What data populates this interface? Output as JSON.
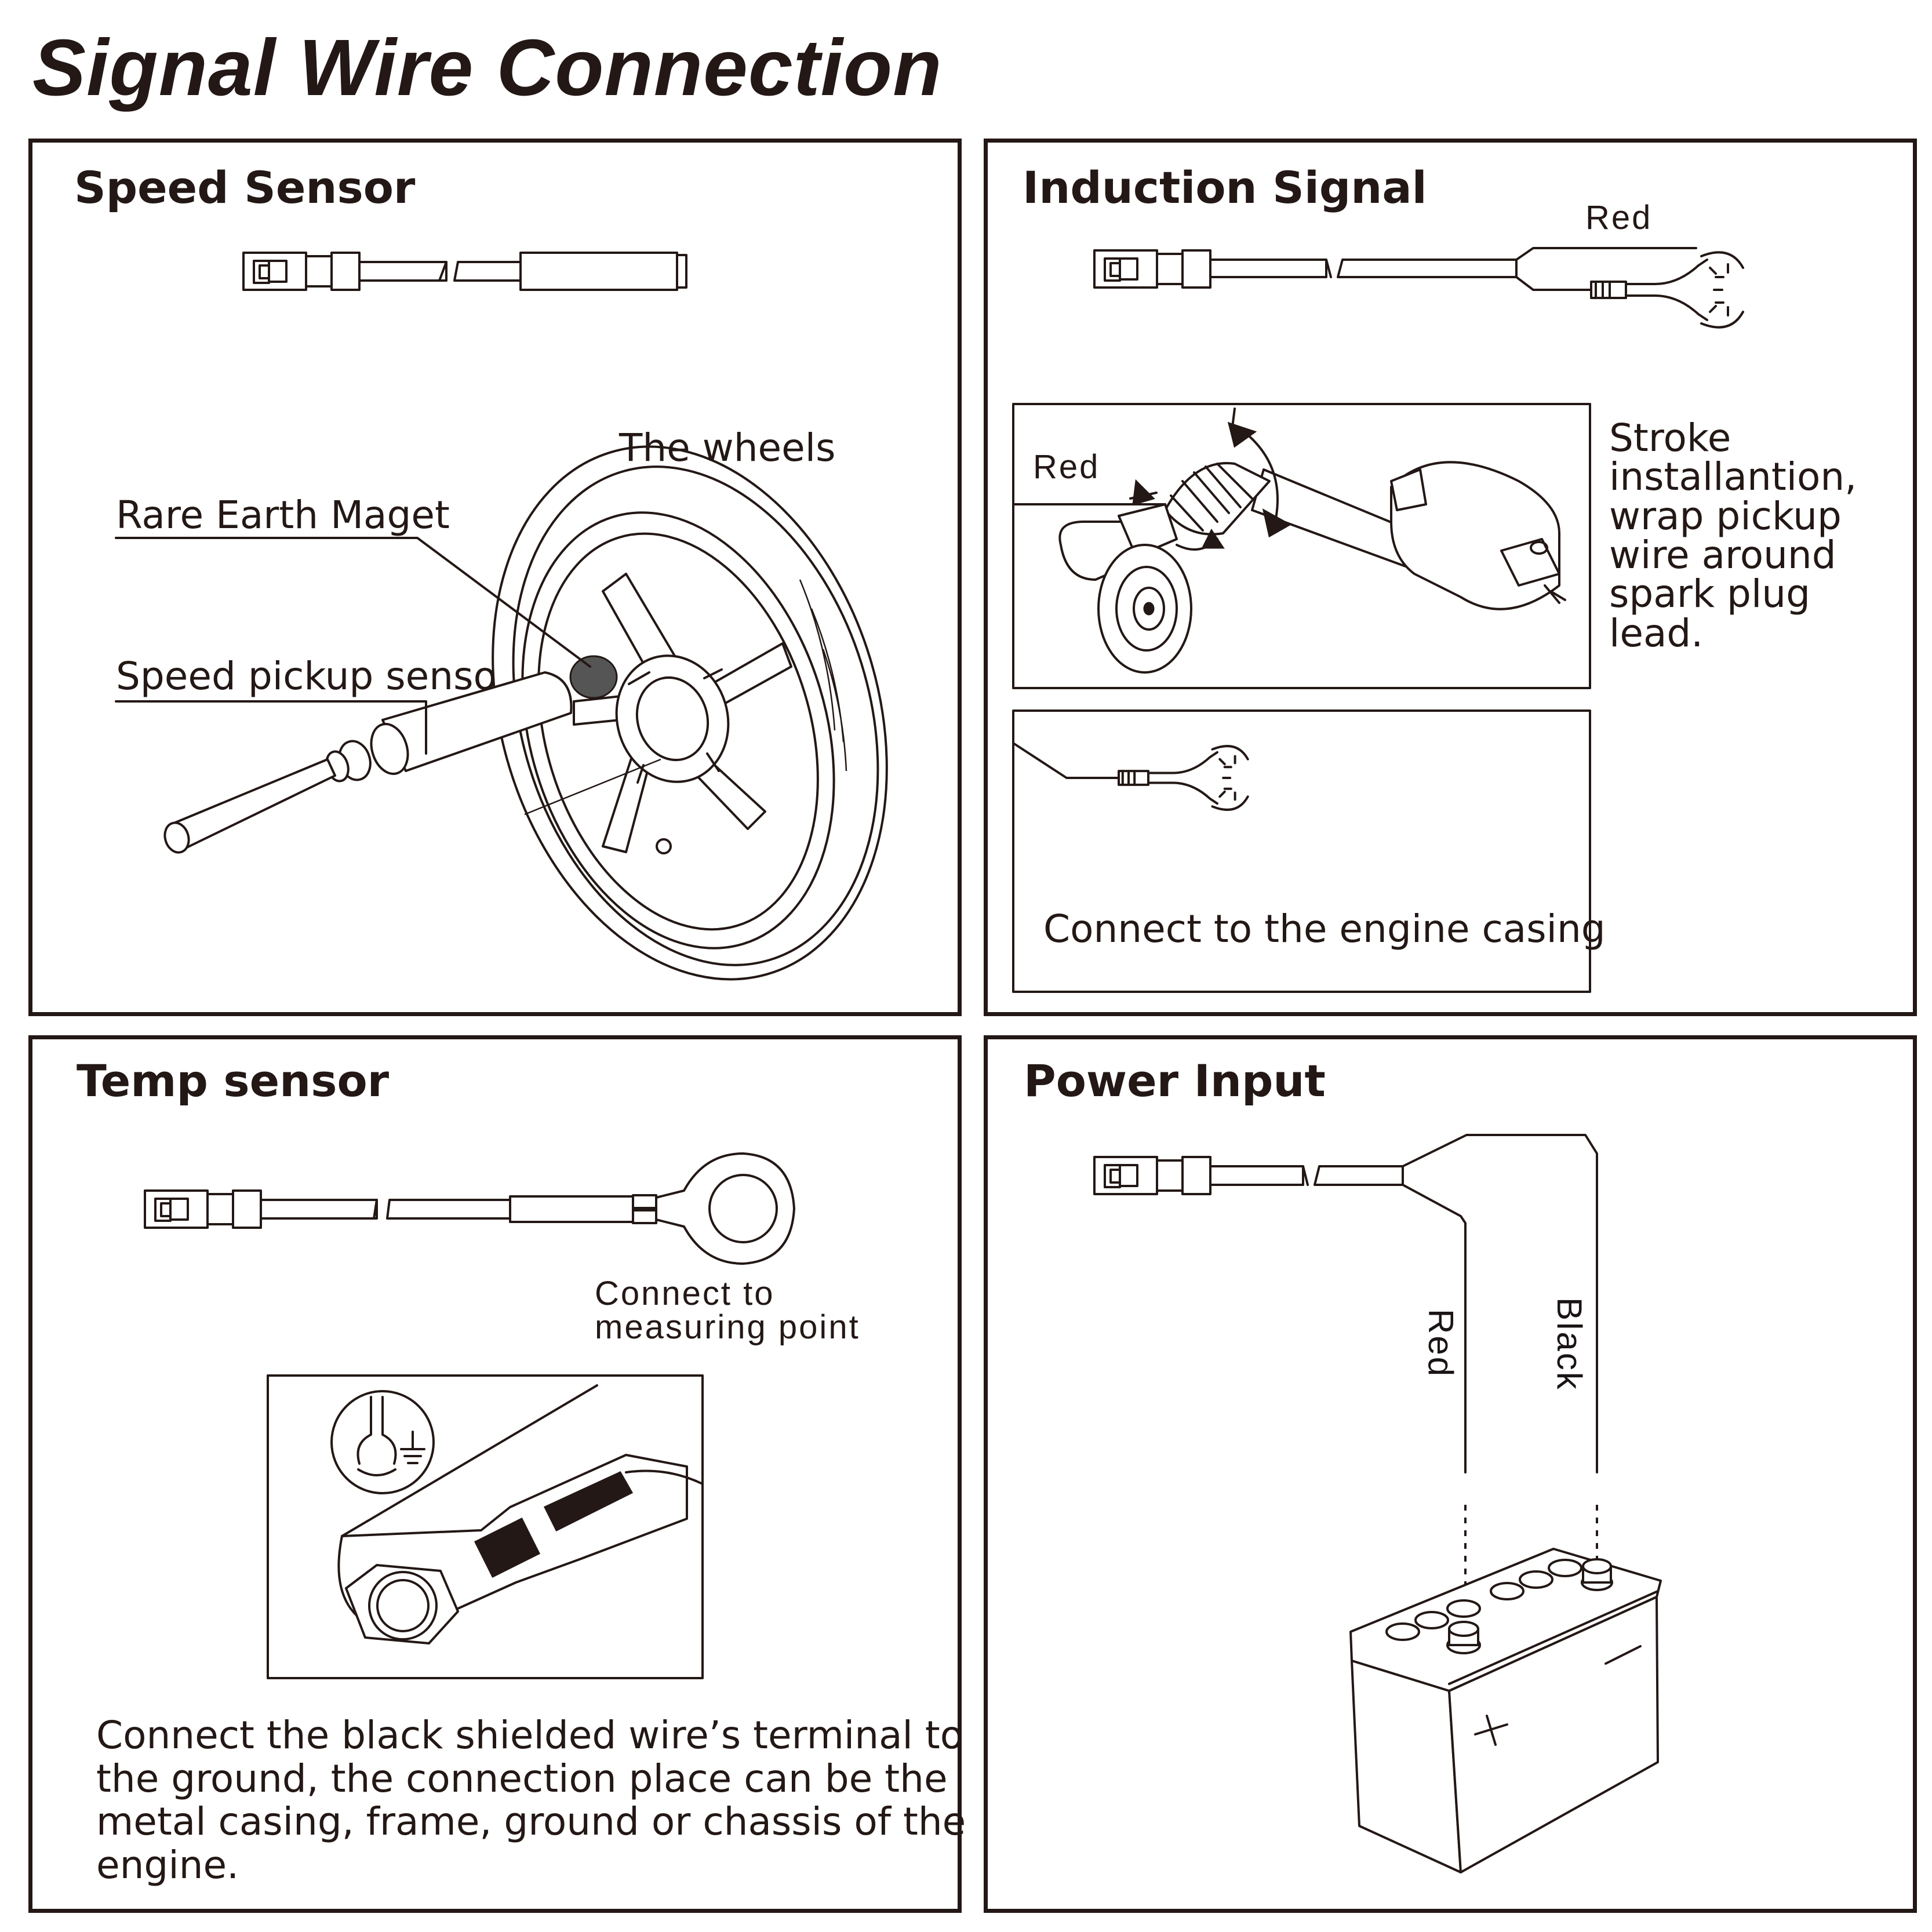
{
  "title": "Signal Wire Connection",
  "panels": {
    "speed": {
      "title": "Speed Sensor",
      "wheels_label": "The wheels",
      "magnet_label": "Rare Earth Maget",
      "pickup_label": "Speed pickup senso"
    },
    "induction": {
      "title": "Induction Signal",
      "wire_label": "Red",
      "coil_wire_label": "Red",
      "instruction_lines": [
        "Stroke",
        "installantion,",
        "wrap pickup",
        "wire around",
        "spark plug",
        "lead."
      ],
      "casing_note": "Connect to the engine casing"
    },
    "temp": {
      "title": "Temp sensor",
      "connect_lines": [
        "Connect to",
        "measuring point"
      ],
      "ground_note_lines": [
        "Connect the black shielded wire’s terminal to",
        "the ground, the connection place can be the",
        "metal casing, frame, ground or chassis of the",
        "engine."
      ]
    },
    "power": {
      "title": "Power Input",
      "red_label": "Red",
      "black_label": "Black"
    }
  },
  "icons": [
    "connector-plug-icon",
    "ring-terminal-icon",
    "fork-terminal-icon",
    "ground-symbol-icon",
    "battery-icon",
    "ignition-coil-icon",
    "wheel-icon",
    "speed-sensor-icon"
  ]
}
